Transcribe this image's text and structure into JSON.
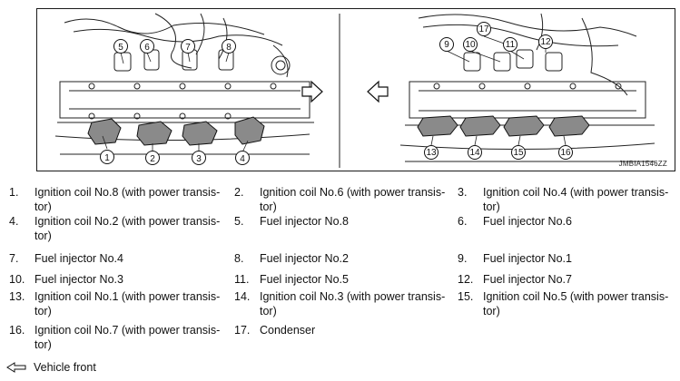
{
  "figure": {
    "code": "JMBIA1546ZZ",
    "left_view_labels": [
      "1",
      "2",
      "3",
      "4",
      "5",
      "6",
      "7",
      "8"
    ],
    "right_view_labels": [
      "9",
      "10",
      "11",
      "12",
      "13",
      "14",
      "15",
      "16",
      "17"
    ]
  },
  "legend": {
    "rows": [
      [
        {
          "num": "1.",
          "text": "Ignition coil No.8 (with power transis-\ntor)"
        },
        {
          "num": "2.",
          "text": "Ignition coil No.6 (with power transis-\ntor)"
        },
        {
          "num": "3.",
          "text": "Ignition coil No.4 (with power transis-\ntor)"
        }
      ],
      [
        {
          "num": "4.",
          "text": "Ignition coil No.2 (with power transis-\ntor)"
        },
        {
          "num": "5.",
          "text": "Fuel injector No.8"
        },
        {
          "num": "6.",
          "text": "Fuel injector No.6"
        }
      ],
      [
        {
          "num": "7.",
          "text": "Fuel injector No.4"
        },
        {
          "num": "8.",
          "text": "Fuel injector No.2"
        },
        {
          "num": "9.",
          "text": "Fuel injector No.1"
        }
      ],
      [
        {
          "num": "10.",
          "text": "Fuel injector No.3"
        },
        {
          "num": "11.",
          "text": "Fuel injector No.5"
        },
        {
          "num": "12.",
          "text": "Fuel injector No.7"
        }
      ],
      [
        {
          "num": "13.",
          "text": "Ignition coil No.1 (with power transis-\ntor)"
        },
        {
          "num": "14.",
          "text": "Ignition coil No.3 (with power transis-\ntor)"
        },
        {
          "num": "15.",
          "text": "Ignition coil No.5 (with power transis-\ntor)"
        }
      ],
      [
        {
          "num": "16.",
          "text": "Ignition coil No.7 (with power transis-\ntor)"
        },
        {
          "num": "17.",
          "text": "Condenser"
        }
      ]
    ]
  },
  "footer": {
    "icon": "arrow-left-outline-icon",
    "label": "Vehicle front"
  }
}
